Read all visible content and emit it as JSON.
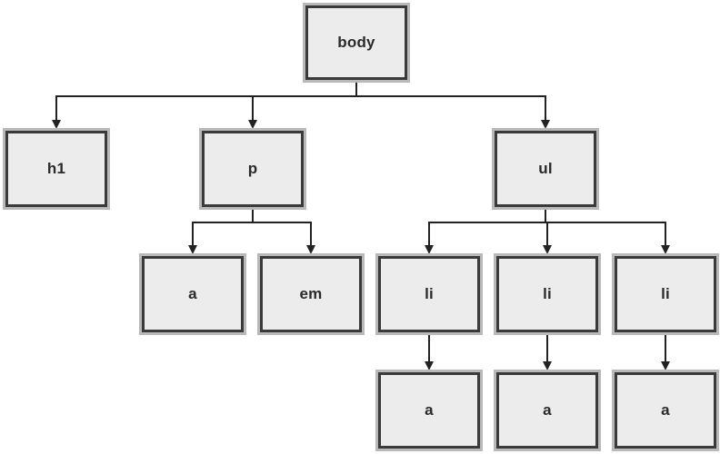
{
  "nodes": {
    "body": "body",
    "h1": "h1",
    "p": "p",
    "ul": "ul",
    "p_a": "a",
    "p_em": "em",
    "li1": "li",
    "li2": "li",
    "li3": "li",
    "li1_a": "a",
    "li2_a": "a",
    "li3_a": "a"
  },
  "edges": [
    {
      "from": "body",
      "to": "h1"
    },
    {
      "from": "body",
      "to": "p"
    },
    {
      "from": "body",
      "to": "ul"
    },
    {
      "from": "p",
      "to": "p_a"
    },
    {
      "from": "p",
      "to": "p_em"
    },
    {
      "from": "ul",
      "to": "li1"
    },
    {
      "from": "ul",
      "to": "li2"
    },
    {
      "from": "ul",
      "to": "li3"
    },
    {
      "from": "li1",
      "to": "li1_a"
    },
    {
      "from": "li2",
      "to": "li2_a"
    },
    {
      "from": "li3",
      "to": "li3_a"
    }
  ],
  "colors": {
    "box_fill": "#ececec",
    "box_border": "#3a3a3a",
    "box_halo": "#b9b9b9",
    "connector": "#222222"
  }
}
